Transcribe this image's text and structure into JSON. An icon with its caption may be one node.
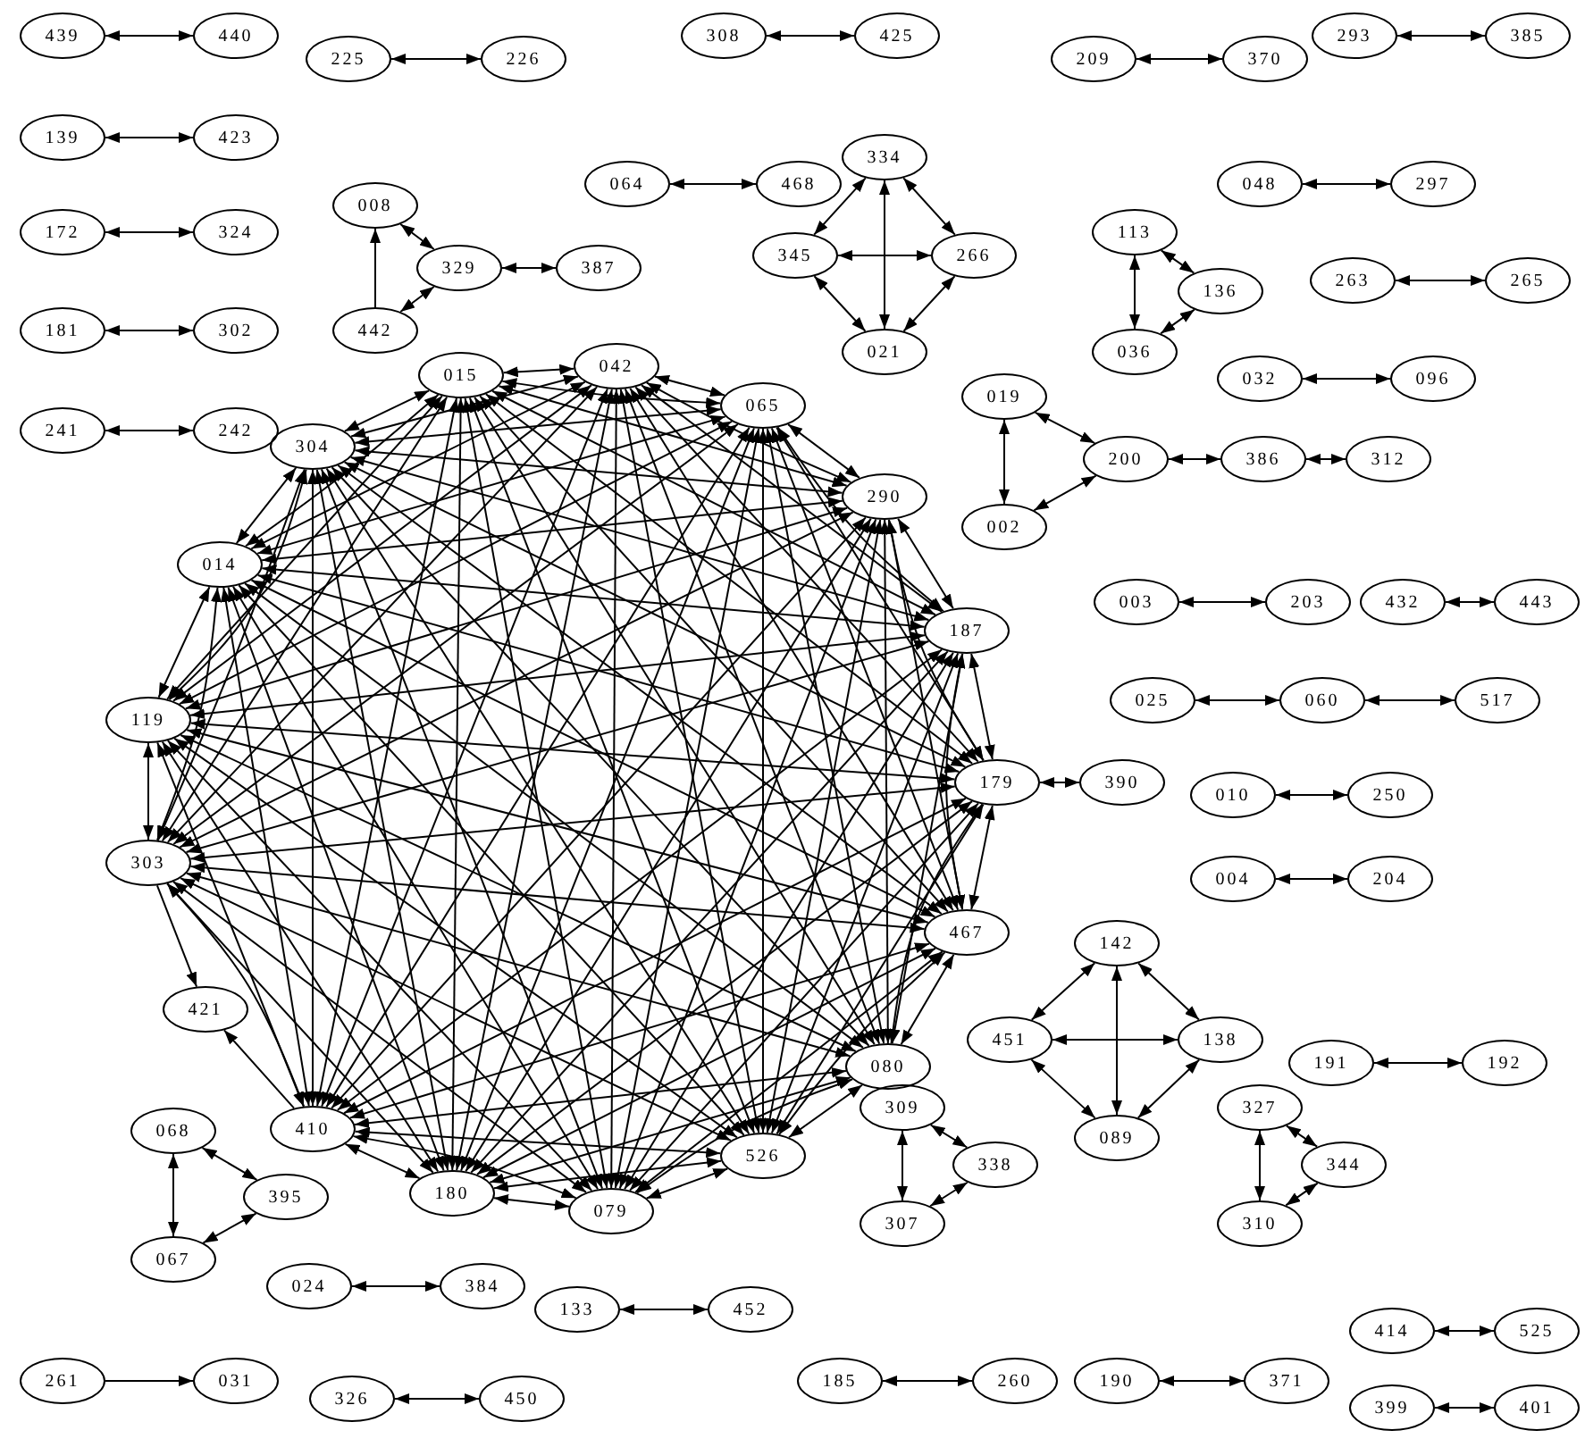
{
  "diagram": {
    "nodes": [
      {
        "text": [
          "439"
        ]
      },
      {
        "text": [
          "440"
        ]
      },
      {
        "text": [
          "139"
        ]
      },
      {
        "text": [
          "423"
        ]
      },
      {
        "text": [
          "172"
        ]
      },
      {
        "text": [
          "324"
        ]
      },
      {
        "text": [
          "181"
        ]
      },
      {
        "text": [
          "302"
        ]
      },
      {
        "text": [
          "241"
        ]
      },
      {
        "text": [
          "242"
        ]
      },
      {
        "text": [
          "225"
        ]
      },
      {
        "text": [
          "226"
        ]
      },
      {
        "text": [
          "308"
        ]
      },
      {
        "text": [
          "425"
        ]
      },
      {
        "text": [
          "064"
        ]
      },
      {
        "text": [
          "468"
        ]
      },
      {
        "text": [
          "209"
        ]
      },
      {
        "text": [
          "370"
        ]
      },
      {
        "text": [
          "293"
        ]
      },
      {
        "text": [
          "385"
        ]
      },
      {
        "text": [
          "048"
        ]
      },
      {
        "text": [
          "297"
        ]
      },
      {
        "text": [
          "263"
        ]
      },
      {
        "text": [
          "265"
        ]
      },
      {
        "text": [
          "032"
        ]
      },
      {
        "text": [
          "096"
        ]
      },
      {
        "text": [
          "008"
        ]
      },
      {
        "text": [
          "329"
        ]
      },
      {
        "text": [
          "387"
        ]
      },
      {
        "text": [
          "442"
        ]
      },
      {
        "text": [
          "334"
        ]
      },
      {
        "text": [
          "345"
        ]
      },
      {
        "text": [
          "266"
        ]
      },
      {
        "text": [
          "021"
        ]
      },
      {
        "text": [
          "113"
        ]
      },
      {
        "text": [
          "136"
        ]
      },
      {
        "text": [
          "036"
        ]
      },
      {
        "text": [
          "019"
        ]
      },
      {
        "text": [
          "200"
        ]
      },
      {
        "text": [
          "386"
        ]
      },
      {
        "text": [
          "312"
        ]
      },
      {
        "text": [
          "002"
        ]
      },
      {
        "text": [
          "003"
        ]
      },
      {
        "text": [
          "203"
        ]
      },
      {
        "text": [
          "432"
        ]
      },
      {
        "text": [
          "443"
        ]
      },
      {
        "text": [
          "025"
        ]
      },
      {
        "text": [
          "060"
        ]
      },
      {
        "text": [
          "517"
        ]
      },
      {
        "text": [
          "010"
        ]
      },
      {
        "text": [
          "250"
        ]
      },
      {
        "text": [
          "004"
        ]
      },
      {
        "text": [
          "204"
        ]
      },
      {
        "text": [
          "015"
        ]
      },
      {
        "text": [
          "042"
        ]
      },
      {
        "text": [
          "065"
        ]
      },
      {
        "text": [
          "290"
        ]
      },
      {
        "text": [
          "187"
        ]
      },
      {
        "text": [
          "179"
        ]
      },
      {
        "text": [
          "467"
        ]
      },
      {
        "text": [
          "080"
        ]
      },
      {
        "text": [
          "526"
        ]
      },
      {
        "text": [
          "079"
        ]
      },
      {
        "text": [
          "180"
        ]
      },
      {
        "text": [
          "410"
        ]
      },
      {
        "text": [
          "303"
        ]
      },
      {
        "text": [
          "119"
        ]
      },
      {
        "text": [
          "014"
        ]
      },
      {
        "text": [
          "304"
        ]
      },
      {
        "text": [
          "421"
        ]
      },
      {
        "text": [
          "390"
        ]
      },
      {
        "text": [
          "142"
        ]
      },
      {
        "text": [
          "451"
        ]
      },
      {
        "text": [
          "138"
        ]
      },
      {
        "text": [
          "089"
        ]
      },
      {
        "text": [
          "191"
        ]
      },
      {
        "text": [
          "192"
        ]
      },
      {
        "text": [
          "068"
        ]
      },
      {
        "text": [
          "395"
        ]
      },
      {
        "text": [
          "067"
        ]
      },
      {
        "text": [
          "024"
        ]
      },
      {
        "text": [
          "384"
        ]
      },
      {
        "text": [
          "309"
        ]
      },
      {
        "text": [
          "338"
        ]
      },
      {
        "text": [
          "307"
        ]
      },
      {
        "text": [
          "327"
        ]
      },
      {
        "text": [
          "344"
        ]
      },
      {
        "text": [
          "310"
        ]
      },
      {
        "text": [
          "133"
        ]
      },
      {
        "text": [
          "452"
        ]
      },
      {
        "text": [
          "414"
        ]
      },
      {
        "text": [
          "525"
        ]
      },
      {
        "text": [
          "261"
        ]
      },
      {
        "text": [
          "031"
        ]
      },
      {
        "text": [
          "326"
        ]
      },
      {
        "text": [
          "450"
        ]
      },
      {
        "text": [
          "185"
        ]
      },
      {
        "text": [
          "260"
        ]
      },
      {
        "text": [
          "190"
        ]
      },
      {
        "text": [
          "371"
        ]
      },
      {
        "text": [
          "399"
        ]
      },
      {
        "text": [
          "401"
        ]
      }
    ],
    "edges": [
      {
        "from": 0,
        "to": 1,
        "arrow": "both"
      },
      {
        "from": 2,
        "to": 3,
        "arrow": "both"
      },
      {
        "from": 4,
        "to": 5,
        "arrow": "both"
      },
      {
        "from": 6,
        "to": 7,
        "arrow": "both"
      },
      {
        "from": 8,
        "to": 9,
        "arrow": "both"
      },
      {
        "from": 10,
        "to": 11,
        "arrow": "both"
      },
      {
        "from": 12,
        "to": 13,
        "arrow": "both"
      },
      {
        "from": 14,
        "to": 15,
        "arrow": "both"
      },
      {
        "from": 16,
        "to": 17,
        "arrow": "both"
      },
      {
        "from": 18,
        "to": 19,
        "arrow": "both"
      },
      {
        "from": 20,
        "to": 21,
        "arrow": "both"
      },
      {
        "from": 22,
        "to": 23,
        "arrow": "both"
      },
      {
        "from": 24,
        "to": 25,
        "arrow": "both"
      },
      {
        "from": 26,
        "to": 27,
        "arrow": "both"
      },
      {
        "from": 27,
        "to": 28,
        "arrow": "both"
      },
      {
        "from": 29,
        "to": 27,
        "arrow": "both"
      },
      {
        "from": 29,
        "to": 26,
        "arrow": "to"
      },
      {
        "from": 30,
        "to": 31,
        "arrow": "both"
      },
      {
        "from": 30,
        "to": 32,
        "arrow": "both"
      },
      {
        "from": 30,
        "to": 33,
        "arrow": "both"
      },
      {
        "from": 31,
        "to": 32,
        "arrow": "both"
      },
      {
        "from": 31,
        "to": 33,
        "arrow": "both"
      },
      {
        "from": 32,
        "to": 33,
        "arrow": "both"
      },
      {
        "from": 34,
        "to": 35,
        "arrow": "both"
      },
      {
        "from": 34,
        "to": 36,
        "arrow": "both"
      },
      {
        "from": 35,
        "to": 36,
        "arrow": "both"
      },
      {
        "from": 37,
        "to": 38,
        "arrow": "both"
      },
      {
        "from": 37,
        "to": 41,
        "arrow": "both"
      },
      {
        "from": 41,
        "to": 38,
        "arrow": "both"
      },
      {
        "from": 38,
        "to": 39,
        "arrow": "both"
      },
      {
        "from": 39,
        "to": 40,
        "arrow": "both"
      },
      {
        "from": 42,
        "to": 43,
        "arrow": "both"
      },
      {
        "from": 44,
        "to": 45,
        "arrow": "both"
      },
      {
        "from": 46,
        "to": 47,
        "arrow": "both"
      },
      {
        "from": 47,
        "to": 48,
        "arrow": "both"
      },
      {
        "from": 49,
        "to": 50,
        "arrow": "both"
      },
      {
        "from": 51,
        "to": 52,
        "arrow": "both"
      },
      {
        "from": 58,
        "to": 70,
        "arrow": "both"
      },
      {
        "from": 65,
        "to": 69,
        "arrow": "to"
      },
      {
        "from": 64,
        "to": 69,
        "arrow": "to"
      },
      {
        "from": 71,
        "to": 72,
        "arrow": "both"
      },
      {
        "from": 71,
        "to": 73,
        "arrow": "both"
      },
      {
        "from": 71,
        "to": 74,
        "arrow": "both"
      },
      {
        "from": 72,
        "to": 73,
        "arrow": "both"
      },
      {
        "from": 72,
        "to": 74,
        "arrow": "both"
      },
      {
        "from": 73,
        "to": 74,
        "arrow": "both"
      },
      {
        "from": 75,
        "to": 76,
        "arrow": "both"
      },
      {
        "from": 77,
        "to": 78,
        "arrow": "both"
      },
      {
        "from": 77,
        "to": 79,
        "arrow": "both"
      },
      {
        "from": 79,
        "to": 78,
        "arrow": "both"
      },
      {
        "from": 80,
        "to": 81,
        "arrow": "both"
      },
      {
        "from": 82,
        "to": 83,
        "arrow": "both"
      },
      {
        "from": 82,
        "to": 84,
        "arrow": "both"
      },
      {
        "from": 84,
        "to": 83,
        "arrow": "both"
      },
      {
        "from": 85,
        "to": 86,
        "arrow": "both"
      },
      {
        "from": 85,
        "to": 87,
        "arrow": "both"
      },
      {
        "from": 87,
        "to": 86,
        "arrow": "both"
      },
      {
        "from": 88,
        "to": 89,
        "arrow": "both"
      },
      {
        "from": 90,
        "to": 91,
        "arrow": "both"
      },
      {
        "from": 92,
        "to": 93,
        "arrow": "to"
      },
      {
        "from": 94,
        "to": 95,
        "arrow": "both"
      },
      {
        "from": 96,
        "to": 97,
        "arrow": "both"
      },
      {
        "from": 98,
        "to": 99,
        "arrow": "both"
      },
      {
        "from": 100,
        "to": 101,
        "arrow": "both"
      },
      {
        "from": 53,
        "to": 54,
        "arrow": "both"
      },
      {
        "from": 53,
        "to": 55,
        "arrow": "both"
      },
      {
        "from": 53,
        "to": 56,
        "arrow": "both"
      },
      {
        "from": 53,
        "to": 57,
        "arrow": "both"
      },
      {
        "from": 53,
        "to": 58,
        "arrow": "both"
      },
      {
        "from": 53,
        "to": 59,
        "arrow": "both"
      },
      {
        "from": 53,
        "to": 60,
        "arrow": "both"
      },
      {
        "from": 53,
        "to": 61,
        "arrow": "both"
      },
      {
        "from": 53,
        "to": 62,
        "arrow": "both"
      },
      {
        "from": 53,
        "to": 63,
        "arrow": "both"
      },
      {
        "from": 53,
        "to": 64,
        "arrow": "both"
      },
      {
        "from": 53,
        "to": 65,
        "arrow": "both"
      },
      {
        "from": 53,
        "to": 66,
        "arrow": "both"
      },
      {
        "from": 53,
        "to": 67,
        "arrow": "both"
      },
      {
        "from": 53,
        "to": 68,
        "arrow": "both"
      },
      {
        "from": 54,
        "to": 55,
        "arrow": "both"
      },
      {
        "from": 54,
        "to": 56,
        "arrow": "both"
      },
      {
        "from": 54,
        "to": 57,
        "arrow": "both"
      },
      {
        "from": 54,
        "to": 58,
        "arrow": "both"
      },
      {
        "from": 54,
        "to": 59,
        "arrow": "both"
      },
      {
        "from": 54,
        "to": 60,
        "arrow": "both"
      },
      {
        "from": 54,
        "to": 61,
        "arrow": "both"
      },
      {
        "from": 54,
        "to": 62,
        "arrow": "both"
      },
      {
        "from": 54,
        "to": 63,
        "arrow": "both"
      },
      {
        "from": 54,
        "to": 64,
        "arrow": "both"
      },
      {
        "from": 54,
        "to": 65,
        "arrow": "both"
      },
      {
        "from": 54,
        "to": 66,
        "arrow": "both"
      },
      {
        "from": 54,
        "to": 67,
        "arrow": "both"
      },
      {
        "from": 54,
        "to": 68,
        "arrow": "both"
      },
      {
        "from": 55,
        "to": 56,
        "arrow": "both"
      },
      {
        "from": 55,
        "to": 57,
        "arrow": "both"
      },
      {
        "from": 55,
        "to": 58,
        "arrow": "both"
      },
      {
        "from": 55,
        "to": 59,
        "arrow": "both"
      },
      {
        "from": 55,
        "to": 60,
        "arrow": "both"
      },
      {
        "from": 55,
        "to": 61,
        "arrow": "both"
      },
      {
        "from": 55,
        "to": 62,
        "arrow": "both"
      },
      {
        "from": 55,
        "to": 63,
        "arrow": "both"
      },
      {
        "from": 55,
        "to": 64,
        "arrow": "both"
      },
      {
        "from": 55,
        "to": 65,
        "arrow": "both"
      },
      {
        "from": 55,
        "to": 66,
        "arrow": "both"
      },
      {
        "from": 55,
        "to": 67,
        "arrow": "both"
      },
      {
        "from": 55,
        "to": 68,
        "arrow": "both"
      },
      {
        "from": 56,
        "to": 57,
        "arrow": "both"
      },
      {
        "from": 56,
        "to": 58,
        "arrow": "both"
      },
      {
        "from": 56,
        "to": 59,
        "arrow": "both"
      },
      {
        "from": 56,
        "to": 60,
        "arrow": "both"
      },
      {
        "from": 56,
        "to": 61,
        "arrow": "both"
      },
      {
        "from": 56,
        "to": 62,
        "arrow": "both"
      },
      {
        "from": 56,
        "to": 63,
        "arrow": "both"
      },
      {
        "from": 56,
        "to": 64,
        "arrow": "both"
      },
      {
        "from": 56,
        "to": 65,
        "arrow": "both"
      },
      {
        "from": 56,
        "to": 66,
        "arrow": "both"
      },
      {
        "from": 56,
        "to": 67,
        "arrow": "both"
      },
      {
        "from": 56,
        "to": 68,
        "arrow": "both"
      },
      {
        "from": 57,
        "to": 58,
        "arrow": "both"
      },
      {
        "from": 57,
        "to": 59,
        "arrow": "both"
      },
      {
        "from": 57,
        "to": 60,
        "arrow": "both"
      },
      {
        "from": 57,
        "to": 61,
        "arrow": "both"
      },
      {
        "from": 57,
        "to": 62,
        "arrow": "both"
      },
      {
        "from": 57,
        "to": 63,
        "arrow": "both"
      },
      {
        "from": 57,
        "to": 64,
        "arrow": "both"
      },
      {
        "from": 57,
        "to": 65,
        "arrow": "both"
      },
      {
        "from": 57,
        "to": 66,
        "arrow": "both"
      },
      {
        "from": 57,
        "to": 67,
        "arrow": "both"
      },
      {
        "from": 57,
        "to": 68,
        "arrow": "both"
      },
      {
        "from": 58,
        "to": 59,
        "arrow": "both"
      },
      {
        "from": 58,
        "to": 60,
        "arrow": "both"
      },
      {
        "from": 58,
        "to": 61,
        "arrow": "both"
      },
      {
        "from": 58,
        "to": 62,
        "arrow": "both"
      },
      {
        "from": 58,
        "to": 63,
        "arrow": "both"
      },
      {
        "from": 58,
        "to": 64,
        "arrow": "both"
      },
      {
        "from": 58,
        "to": 65,
        "arrow": "both"
      },
      {
        "from": 58,
        "to": 66,
        "arrow": "both"
      },
      {
        "from": 58,
        "to": 67,
        "arrow": "both"
      },
      {
        "from": 58,
        "to": 68,
        "arrow": "both"
      },
      {
        "from": 59,
        "to": 60,
        "arrow": "both"
      },
      {
        "from": 59,
        "to": 61,
        "arrow": "both"
      },
      {
        "from": 59,
        "to": 62,
        "arrow": "both"
      },
      {
        "from": 59,
        "to": 63,
        "arrow": "both"
      },
      {
        "from": 59,
        "to": 64,
        "arrow": "both"
      },
      {
        "from": 59,
        "to": 65,
        "arrow": "both"
      },
      {
        "from": 59,
        "to": 66,
        "arrow": "both"
      },
      {
        "from": 59,
        "to": 67,
        "arrow": "both"
      },
      {
        "from": 59,
        "to": 68,
        "arrow": "both"
      },
      {
        "from": 60,
        "to": 61,
        "arrow": "both"
      },
      {
        "from": 60,
        "to": 62,
        "arrow": "both"
      },
      {
        "from": 60,
        "to": 63,
        "arrow": "both"
      },
      {
        "from": 60,
        "to": 64,
        "arrow": "both"
      },
      {
        "from": 60,
        "to": 65,
        "arrow": "both"
      },
      {
        "from": 60,
        "to": 66,
        "arrow": "both"
      },
      {
        "from": 60,
        "to": 67,
        "arrow": "both"
      },
      {
        "from": 60,
        "to": 68,
        "arrow": "both"
      },
      {
        "from": 61,
        "to": 62,
        "arrow": "both"
      },
      {
        "from": 61,
        "to": 63,
        "arrow": "both"
      },
      {
        "from": 61,
        "to": 64,
        "arrow": "both"
      },
      {
        "from": 61,
        "to": 65,
        "arrow": "both"
      },
      {
        "from": 61,
        "to": 66,
        "arrow": "both"
      },
      {
        "from": 61,
        "to": 67,
        "arrow": "both"
      },
      {
        "from": 61,
        "to": 68,
        "arrow": "both"
      },
      {
        "from": 62,
        "to": 63,
        "arrow": "both"
      },
      {
        "from": 62,
        "to": 64,
        "arrow": "both"
      },
      {
        "from": 62,
        "to": 65,
        "arrow": "both"
      },
      {
        "from": 62,
        "to": 66,
        "arrow": "both"
      },
      {
        "from": 62,
        "to": 67,
        "arrow": "both"
      },
      {
        "from": 62,
        "to": 68,
        "arrow": "both"
      },
      {
        "from": 63,
        "to": 64,
        "arrow": "both"
      },
      {
        "from": 63,
        "to": 65,
        "arrow": "both"
      },
      {
        "from": 63,
        "to": 66,
        "arrow": "both"
      },
      {
        "from": 63,
        "to": 67,
        "arrow": "both"
      },
      {
        "from": 63,
        "to": 68,
        "arrow": "both"
      },
      {
        "from": 64,
        "to": 65,
        "arrow": "both"
      },
      {
        "from": 64,
        "to": 66,
        "arrow": "both"
      },
      {
        "from": 64,
        "to": 67,
        "arrow": "both"
      },
      {
        "from": 64,
        "to": 68,
        "arrow": "both"
      },
      {
        "from": 65,
        "to": 66,
        "arrow": "both"
      },
      {
        "from": 65,
        "to": 67,
        "arrow": "both"
      },
      {
        "from": 65,
        "to": 68,
        "arrow": "both"
      },
      {
        "from": 66,
        "to": 67,
        "arrow": "both"
      },
      {
        "from": 66,
        "to": 68,
        "arrow": "both"
      },
      {
        "from": 67,
        "to": 68,
        "arrow": "both"
      }
    ]
  }
}
